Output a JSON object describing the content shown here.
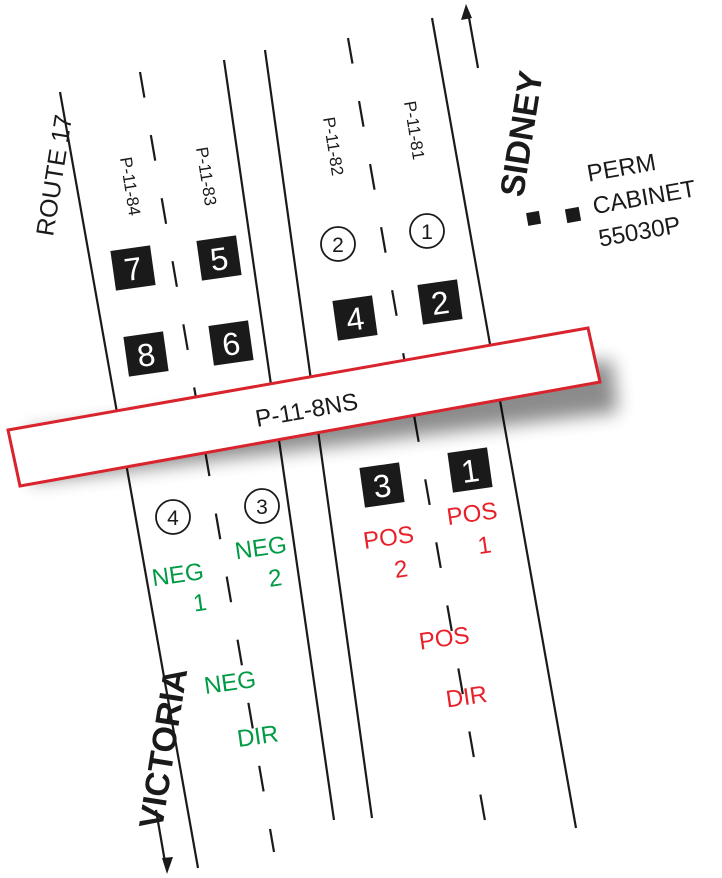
{
  "road_name": "ROUTE 17",
  "direction_north": "SIDNEY",
  "direction_south": "VICTORIA",
  "cabinet": {
    "line1": "PERM",
    "line2": "CABINET",
    "line3": "55030P"
  },
  "station": "P-11-8NS",
  "lane_codes": [
    "P-11-84",
    "P-11-83",
    "P-11-82",
    "P-11-81"
  ],
  "detectors_upper": [
    "7",
    "5",
    "8",
    "6",
    "4",
    "2"
  ],
  "detectors_lower": [
    "3",
    "1"
  ],
  "circle_labels": {
    "c2": "2",
    "c1": "1",
    "c4": "4",
    "c3": "3"
  },
  "lanes": {
    "neg1_a": "NEG",
    "neg1_b": "1",
    "neg2_a": "NEG",
    "neg2_b": "2",
    "pos2_a": "POS",
    "pos2_b": "2",
    "pos1_a": "POS",
    "pos1_b": "1"
  },
  "neg_dir": {
    "a": "NEG",
    "b": "DIR"
  },
  "pos_dir": {
    "a": "POS",
    "b": "DIR"
  },
  "colors": {
    "neg": "#009a44",
    "pos": "#e8202a",
    "box_border": "#d9232d",
    "ink": "#1a1a1a"
  }
}
